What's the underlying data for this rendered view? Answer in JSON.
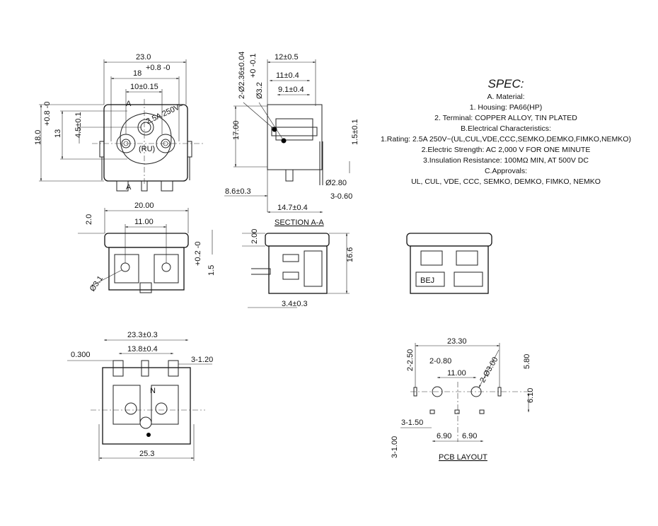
{
  "front_view": {
    "dim_width": "23.0",
    "dim_opening": "18",
    "dim_opening_tol": "+0.8 -0",
    "dim_pin_spacing": "10±0.15",
    "dim_height": "18.0",
    "dim_opening_height": "13",
    "dim_opening_height_tol": "+0.8 -0",
    "dim_offset": "4.5±0.1",
    "section_mark": "A",
    "marking": "2.5A 250V~",
    "marking2": "(RU)"
  },
  "section_view": {
    "dim_pin_dia": "2-Ø2.36±0.04",
    "dim_hole_dia": "Ø3.2",
    "dim_hole_tol": "+0 -0.1",
    "dim_12": "12±0.5",
    "dim_11": "11±0.4",
    "dim_9": "9.1±0.4",
    "dim_height": "17.00",
    "dim_tab": "1.5±0.1",
    "dim_pin_280": "Ø2.80",
    "dim_pin_060": "3-0.60",
    "dim_86": "8.6±0.3",
    "dim_147": "14.7±0.4",
    "title": "SECTION A-A"
  },
  "top_view": {
    "dim_width": "20.00",
    "dim_spacing": "11.00",
    "dim_flange": "2.0",
    "dim_hole": "Ø3.1",
    "dim_tab": "1.5",
    "dim_tab_tol": "+0.2 -0"
  },
  "side_view": {
    "dim_top": "2.00",
    "dim_height": "16.6",
    "dim_pin": "3.4±0.3"
  },
  "back_view": {
    "marking": "BEJ"
  },
  "bottom_view": {
    "dim_width": "23.3±0.3",
    "dim_inner": "13.8±0.4",
    "dim_thick": "0.300",
    "dim_tabs": "3-1.20",
    "dim_overall": "25.3",
    "marking": "N"
  },
  "pcb_layout": {
    "dim_width": "23.30",
    "dim_slot": "2-0.80",
    "dim_spacing": "11.00",
    "dim_holes": "2-Ø3.00",
    "dim_slot_len": "2-2.50",
    "dim_580": "5.80",
    "dim_610": "6.10",
    "dim_pad": "3-1.50",
    "dim_690a": "6.90",
    "dim_690b": "6.90",
    "dim_pad_h": "3-1.00",
    "title": "PCB LAYOUT"
  },
  "spec": {
    "title": "SPEC:",
    "lines": [
      "A. Material:",
      "1.  Housing: PA66(HP)",
      "2.  Terminal: COPPER ALLOY, TIN PLATED",
      "B.Electrical Characteristics:",
      "1.Rating: 2.5A 250V~(UL,CUL,VDE,CCC,SEMKO,DEMKO,FIMKO,NEMKO)",
      "2.Electric Strength: AC 2,000 V FOR ONE MINUTE",
      "3.Insulation Resistance: 100MΩ MIN, AT 500V DC",
      "C.Approvals:",
      "UL, CUL, VDE, CCC, SEMKO, DEMKO, FIMKO, NEMKO"
    ]
  }
}
